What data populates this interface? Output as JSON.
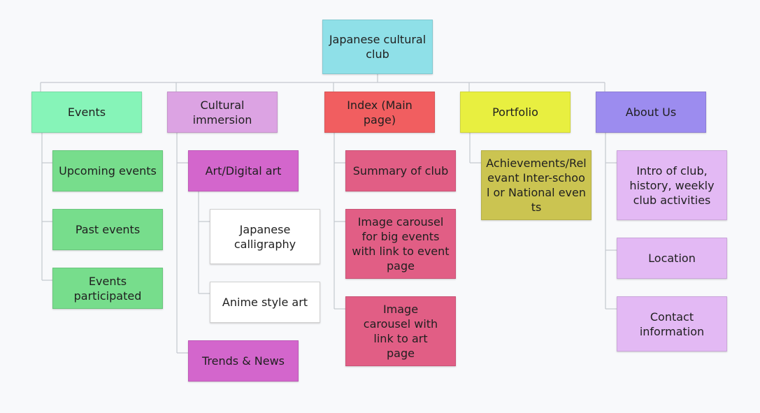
{
  "root": {
    "label": "Japanese cultural club",
    "color": "#8fe0e8"
  },
  "branches": [
    {
      "label": "Events",
      "color": "#86f4b8",
      "children": [
        {
          "label": "Upcoming events",
          "color": "#77dd8c"
        },
        {
          "label": "Past events",
          "color": "#77dd8c"
        },
        {
          "label": "Events participated",
          "color": "#77dd8c"
        }
      ]
    },
    {
      "label": "Cultural immersion",
      "color": "#dca3e3",
      "children": [
        {
          "label": "Art/Digital art",
          "color": "#d366cc",
          "children": [
            {
              "label": "Japanese calligraphy",
              "color": "#ffffff"
            },
            {
              "label": "Anime style art",
              "color": "#ffffff"
            }
          ]
        },
        {
          "label": "Trends & News",
          "color": "#d366cc"
        }
      ]
    },
    {
      "label": "Index (Main page)",
      "color": "#f15e60",
      "children": [
        {
          "label": "Summary of club",
          "color": "#e15e85"
        },
        {
          "label": "Image carousel for big events with link to event page",
          "color": "#e15e85"
        },
        {
          "label": "Image carousel with link to art page",
          "color": "#e15e85"
        }
      ]
    },
    {
      "label": "Portfolio",
      "color": "#e8ef40",
      "children": [
        {
          "label": "Achievements/Relevant Inter-school or National events",
          "color": "#cbc451"
        }
      ]
    },
    {
      "label": "About Us",
      "color": "#9c8cef",
      "children": [
        {
          "label": "Intro of club, history, weekly club activities",
          "color": "#e3b9f4"
        },
        {
          "label": "Location",
          "color": "#e3b9f4"
        },
        {
          "label": "Contact information",
          "color": "#e3b9f4"
        }
      ]
    }
  ]
}
